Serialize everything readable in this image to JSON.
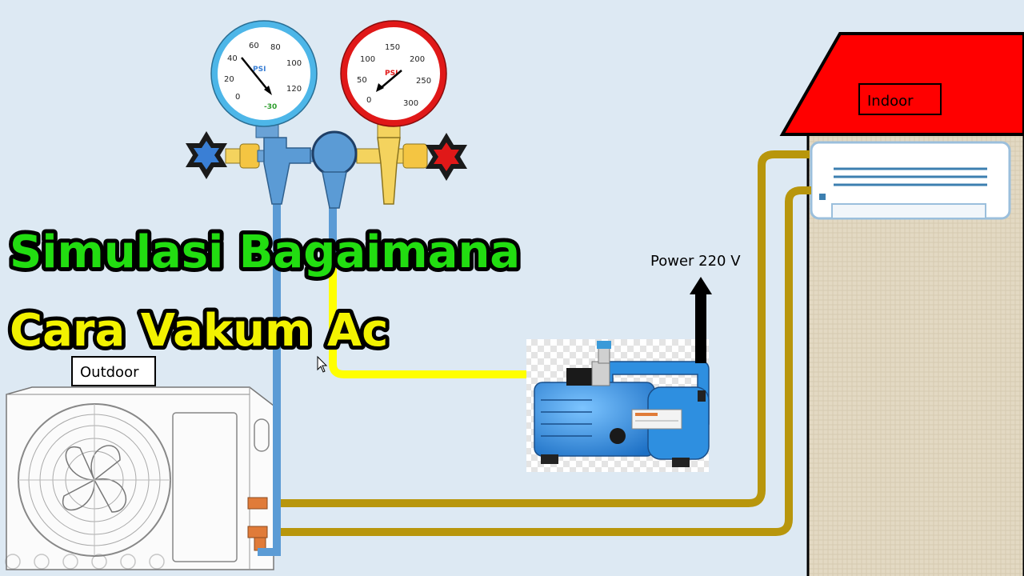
{
  "title": {
    "line1": "Simulasi Bagaimana",
    "line2": "Cara Vakum Ac"
  },
  "labels": {
    "outdoor": "Outdoor",
    "indoor": "Indoor",
    "power": "Power 220 V"
  },
  "gauge_low": {
    "unit": "PSI",
    "ticks": [
      "0",
      "20",
      "40",
      "60",
      "80",
      "100",
      "120"
    ],
    "vacuum_mark": "-30"
  },
  "gauge_high": {
    "unit": "PSI",
    "ticks": [
      "0",
      "50",
      "100",
      "150",
      "200",
      "250",
      "300"
    ]
  },
  "colors": {
    "background": "#dde9f3",
    "title_fill_line1": "#22dd11",
    "title_fill_line2": "#f2f200",
    "low_side": "#5b9bd5",
    "high_side": "#f4d35e",
    "copper_pipe": "#b8960c",
    "vacuum_hose": "#ffff00",
    "roof": "#ff0000",
    "wall_texture": "#e3d9c3",
    "pump_blue": "#2e8fe0"
  },
  "icons": {
    "low_valve_knob": "blue-star-knob-icon",
    "high_valve_knob": "red-star-knob-icon",
    "cursor": "mouse-pointer-icon"
  }
}
